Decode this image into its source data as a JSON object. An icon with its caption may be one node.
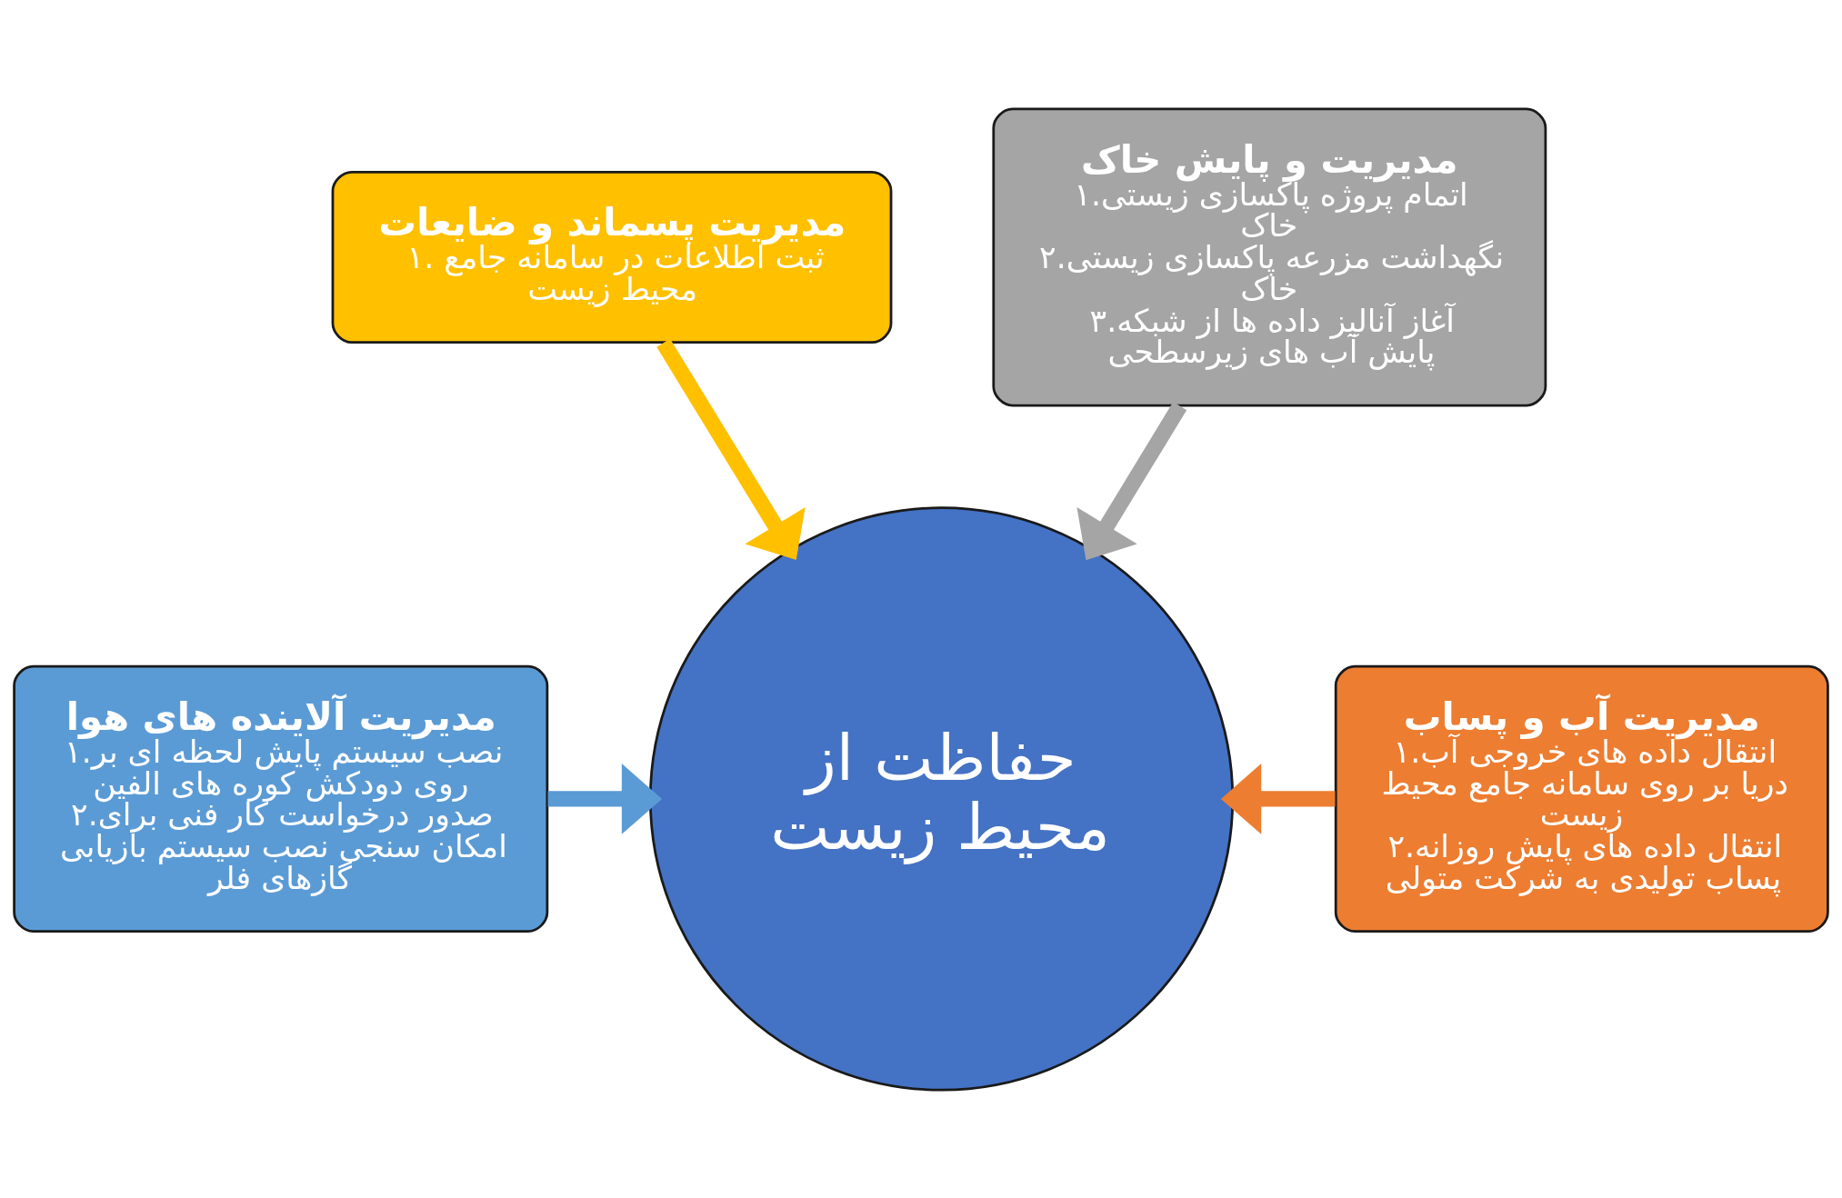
{
  "diagram": {
    "nodes": [
      {
        "text": [
          "مدیریت پسماند و ضایعات",
          "۱. ثبت اطلاعات در سامانه جامع محیط زیست"
        ]
      },
      {
        "text": [
          "مدیریت و پایش خاک",
          "۱.اتمام پروژه پاکسازی زیستی خاک",
          "۲.نگهداشت مزرعه پاکسازی زیستی خاک",
          "۳.آغاز آنالیز داده ها از شبکه پایش آب های زیرسطحی"
        ]
      },
      {
        "text": [
          "مدیریت آلاینده های هوا",
          "۱.نصب سیستم پایش لحظه ای بر روی دودکش کوره های الفین",
          "۲.صدور درخواست کار فنی برای امکان سنجی نصب سیستم بازیابی گازهای فلر"
        ]
      },
      {
        "text": [
          "حفاظت از محیط زیست"
        ]
      },
      {
        "text": [
          "مدیریت آب و پساب",
          "۱.انتقال داده های خروجی آب دریا بر روی سامانه جامع محیط زیست",
          "۲.انتقال داده های پایش روزانه پساب تولیدی به شرکت متولی"
        ]
      }
    ],
    "edges": [
      {
        "from": 0,
        "to": 3,
        "arrow": "to",
        "color": "#ffc000"
      },
      {
        "from": 1,
        "to": 3,
        "arrow": "to",
        "color": "#a5a5a5"
      },
      {
        "from": 2,
        "to": 3,
        "arrow": "to",
        "color": "#5b9bd5"
      },
      {
        "from": 4,
        "to": 3,
        "arrow": "to",
        "color": "#ed7d31"
      }
    ]
  }
}
